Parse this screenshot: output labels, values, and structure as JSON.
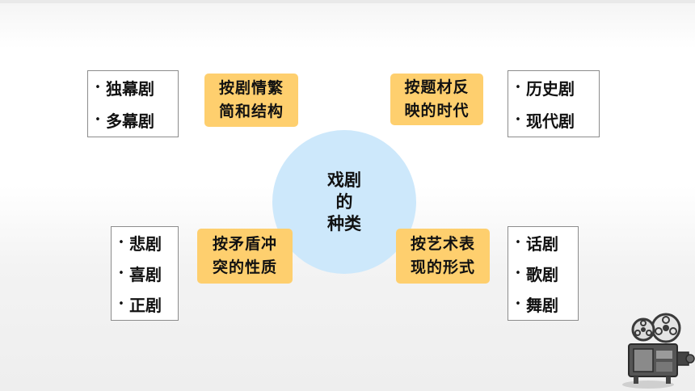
{
  "center": {
    "line1": "戏剧",
    "line2": "的",
    "line3": "种类"
  },
  "categories": [
    {
      "line1": "按剧情繁",
      "line2": "简和结构",
      "items": [
        "独幕剧",
        "多幕剧"
      ]
    },
    {
      "line1": "按题材反",
      "line2": "映的时代",
      "items": [
        "历史剧",
        "现代剧"
      ]
    },
    {
      "line1": "按矛盾冲",
      "line2": "突的性质",
      "items": [
        "悲剧",
        "喜剧",
        "正剧"
      ]
    },
    {
      "line1": "按艺术表",
      "line2": "现的形式",
      "items": [
        "话剧",
        "歌剧",
        "舞剧"
      ]
    }
  ],
  "bullet": "•",
  "colors": {
    "circle": "#cde8fb",
    "category": "#fecf6e",
    "box_border": "#8c8c8c"
  },
  "icons": {
    "decoration": "film-projector-icon"
  }
}
